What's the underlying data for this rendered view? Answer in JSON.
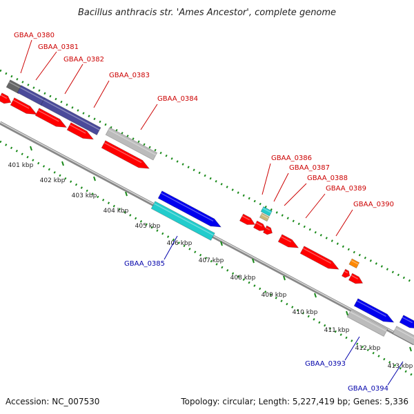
{
  "title": "Bacillus anthracis str. 'Ames Ancestor', complete genome",
  "footer": {
    "accession": "Accession: NC_007530",
    "summary": "Topology: circular; Length: 5,227,419 bp; Genes: 5,336"
  },
  "ruler": [
    "401 kbp",
    "402 kbp",
    "403 kbp",
    "404 kbp",
    "405 kbp",
    "406 kbp",
    "407 kbp",
    "408 kbp",
    "409 kbp",
    "410 kbp",
    "411 kbp",
    "412 kbp",
    "413 kbp"
  ],
  "colors": {
    "forward_gene": "#ff0000",
    "forward_label": "#cc0000",
    "reverse_gene": "#0000ee",
    "reverse_label": "#0000aa",
    "cog_purple": "#4a4a9a",
    "cog_gray": "#bbbbbb",
    "cog_cyan": "#22cccc",
    "cog_orange": "#ff8800",
    "cog_tan": "#c8b87a",
    "cog_dark": "#666666",
    "backbone": "#999999",
    "tick_green": "#1a8a1a"
  },
  "forward_genes": [
    {
      "name": "GBAA_0380"
    },
    {
      "name": "GBAA_0381"
    },
    {
      "name": "GBAA_0382"
    },
    {
      "name": "GBAA_0383"
    },
    {
      "name": "GBAA_0384"
    },
    {
      "name": "GBAA_0386"
    },
    {
      "name": "GBAA_0387"
    },
    {
      "name": "GBAA_0388"
    },
    {
      "name": "GBAA_0389"
    },
    {
      "name": "GBAA_0390"
    }
  ],
  "reverse_genes": [
    {
      "name": "GBAA_0385"
    },
    {
      "name": "GBAA_0393"
    },
    {
      "name": "GBAA_0394"
    }
  ]
}
